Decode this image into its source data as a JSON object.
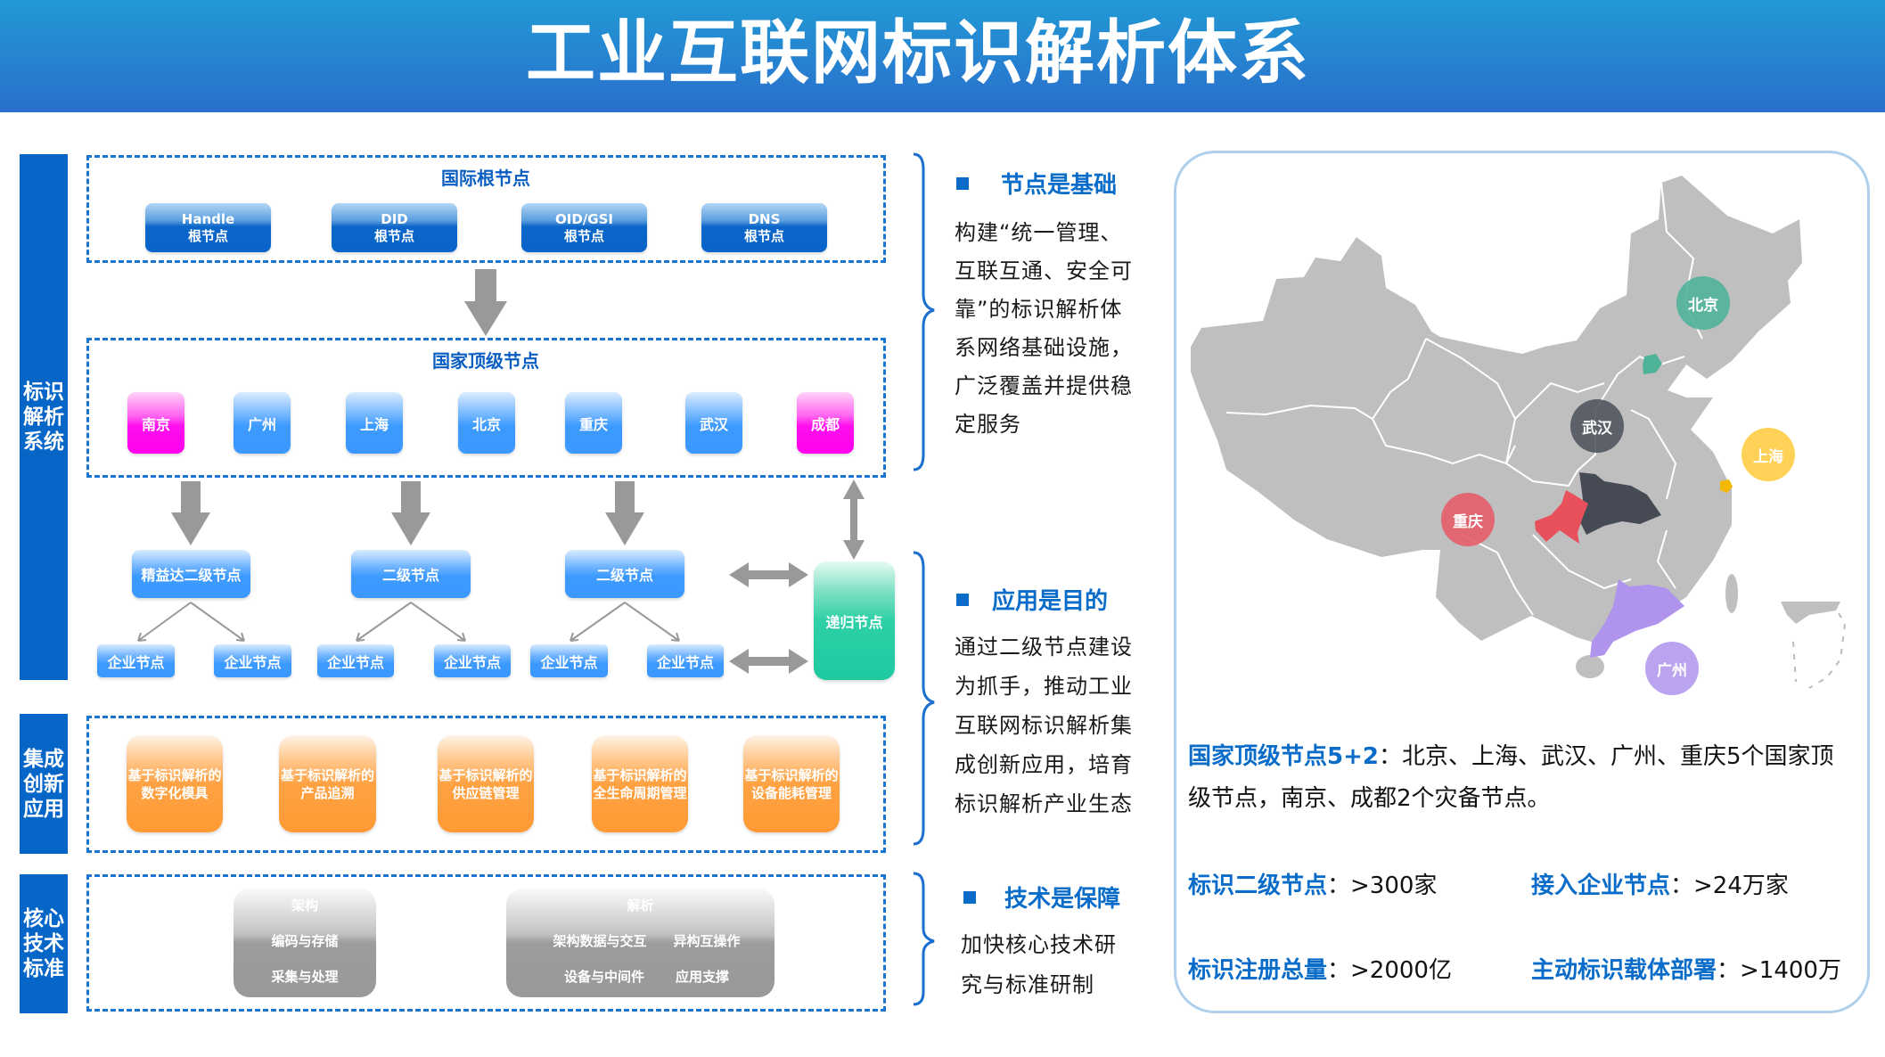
{
  "title": "工业互联网标识解析体系",
  "side_labels": [
    "标识解析系统",
    "集成创新应用",
    "核心技术标准"
  ],
  "intl_root": {
    "title": "国际根节点",
    "nodes": [
      {
        "line1": "Handle",
        "line2": "根节点"
      },
      {
        "line1": "DID",
        "line2": "根节点"
      },
      {
        "line1": "OID/GSI",
        "line2": "根节点"
      },
      {
        "line1": "DNS",
        "line2": "根节点"
      }
    ]
  },
  "national_top": {
    "title": "国家顶级节点",
    "nodes": [
      {
        "label": "南京",
        "style": "magenta"
      },
      {
        "label": "广州",
        "style": "blue"
      },
      {
        "label": "上海",
        "style": "blue"
      },
      {
        "label": "北京",
        "style": "blue"
      },
      {
        "label": "重庆",
        "style": "blue"
      },
      {
        "label": "武汉",
        "style": "blue"
      },
      {
        "label": "成都",
        "style": "magenta"
      }
    ]
  },
  "secondary_nodes": [
    "精益达二级节点",
    "二级节点",
    "二级节点"
  ],
  "enterprise_nodes": [
    "企业节点",
    "企业节点",
    "企业节点",
    "企业节点",
    "企业节点",
    "企业节点"
  ],
  "recursive_node": "递归节点",
  "applications": [
    {
      "line1": "基于标识解析的",
      "line2": "数字化模具"
    },
    {
      "line1": "基于标识解析的",
      "line2": "产品追溯"
    },
    {
      "line1": "基于标识解析的",
      "line2": "供应链管理"
    },
    {
      "line1": "基于标识解析的",
      "line2": "全生命周期管理"
    },
    {
      "line1": "基于标识解析的",
      "line2": "设备能耗管理"
    }
  ],
  "tech": {
    "architecture": {
      "title": "架构",
      "items": [
        "编码与存储",
        "采集与处理"
      ]
    },
    "resolution": {
      "title": "解析",
      "items": [
        "架构数据与交互",
        "异构互操作",
        "设备与中间件",
        "应用支撑"
      ]
    }
  },
  "sections": [
    {
      "heading": "节点是基础",
      "lines": [
        "构建“统一管理、",
        "互联互通、安全可",
        "靠”的标识解析体",
        "系网络基础设施，",
        "广泛覆盖并提供稳",
        "定服务"
      ]
    },
    {
      "heading": "应用是目的",
      "lines": [
        "通过二级节点建设",
        "为抓手，推动工业",
        "互联网标识解析集",
        "成创新应用，培育",
        "标识解析产业生态"
      ]
    },
    {
      "heading": "技术是保障",
      "lines": [
        "加快核心技术研",
        "究与标准研制"
      ]
    }
  ],
  "map": {
    "labels": {
      "beijing": "北京",
      "wuhan": "武汉",
      "shanghai": "上海",
      "chongqing": "重庆",
      "guangzhou": "广州"
    },
    "colors": {
      "beijing": "#4fb39a",
      "wuhan": "#454a55",
      "shanghai": "#ffcc44",
      "chongqing": "#e8505b",
      "guangzhou": "#b093ec",
      "land": "#bfbfbf"
    }
  },
  "summary": {
    "heading": "国家顶级节点5+2",
    "text": "：北京、上海、武汉、广州、重庆5个国家顶级节点，南京、成都2个灾备节点。"
  },
  "stats": [
    {
      "label": "标识二级节点",
      "value": "：>300家"
    },
    {
      "label": "接入企业节点",
      "value": "：>24万家"
    },
    {
      "label": "标识注册总量",
      "value": "：>2000亿"
    },
    {
      "label": "主动标识载体部署",
      "value": "：>1400万"
    }
  ]
}
